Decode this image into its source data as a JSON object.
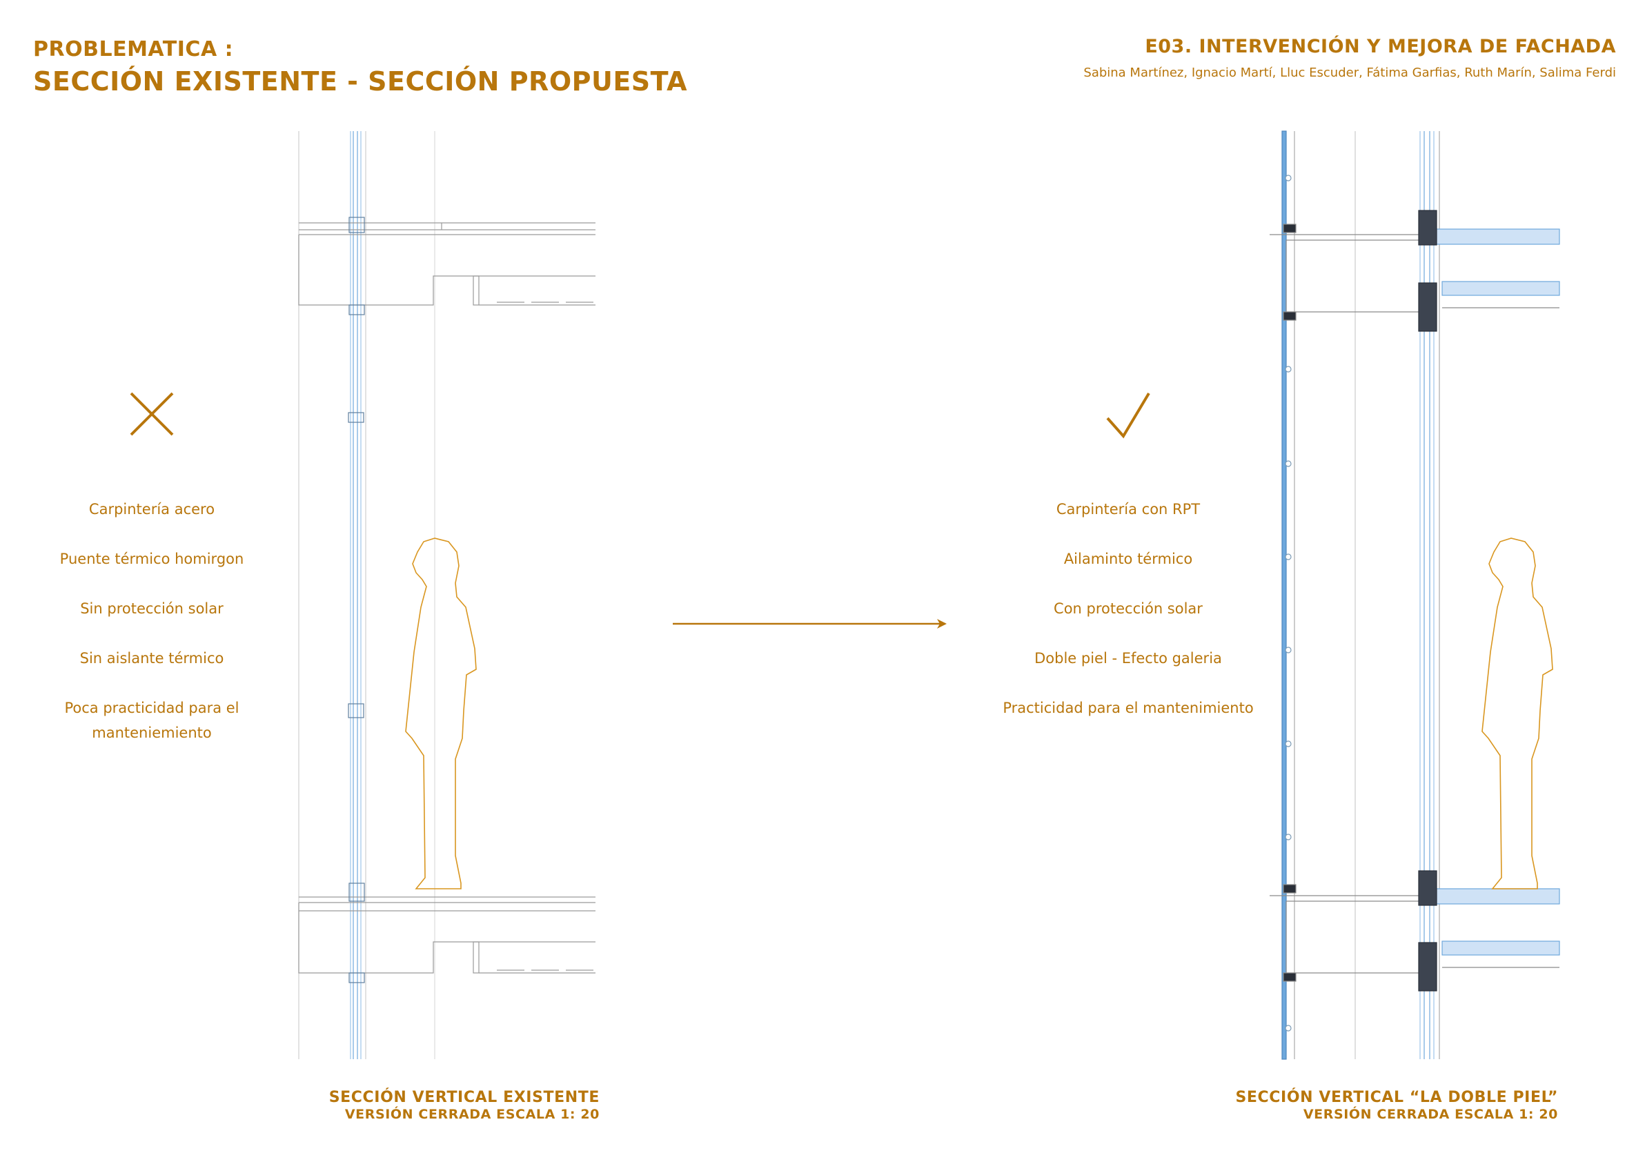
{
  "header": {
    "title_line1": "PROBLEMATICA :",
    "title_line2": "SECCIÓN EXISTENTE - SECCIÓN PROPUESTA",
    "project_title": "E03. INTERVENCIÓN Y MEJORA DE FACHADA",
    "authors": "Sabina Martínez, Ignacio Martí, Lluc Escuder, Fátima Garfias, Ruth Marín, Salima Ferdi"
  },
  "left_panel": {
    "items": [
      "Carpintería acero",
      "Puente térmico homirgon",
      "Sin protección solar",
      "Sin aislante térmico",
      "Poca practicidad para el manteniemiento"
    ],
    "caption_line1": "SECCIÓN VERTICAL  EXISTENTE",
    "caption_line2": "VERSIÓN CERRADA ESCALA 1: 20"
  },
  "right_panel": {
    "items": [
      "Carpintería con RPT",
      "Ailamintо térmico",
      "Con protección solar",
      "Doble piel - Efecto galeria",
      "Practicidad para el mantenimiento"
    ],
    "caption_line1": "SECCIÓN VERTICAL  “LA DOBLE PIEL”",
    "caption_line2": "VERSIÓN CERRADA ESCALA 1: 20"
  },
  "colors": {
    "accent": "#b8760c",
    "glass": "#6ea8dc",
    "insulation": "#9cc4ea",
    "line": "#8a8a8a"
  }
}
